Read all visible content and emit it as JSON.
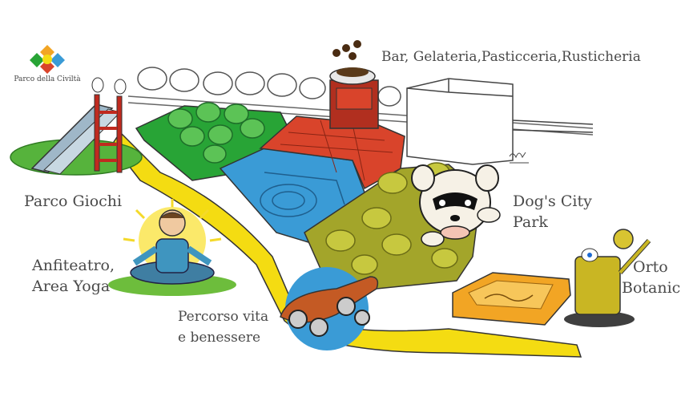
{
  "logo": {
    "text": "Parco della Civiltà",
    "icon": "park-logo-icon"
  },
  "labels": {
    "bar": "Bar, Gelateria,Pasticceria,Rusticheria",
    "playground": "Parco Giochi",
    "amphitheatre_line1": "Anfiteatro,",
    "amphitheatre_line2": "Area Yoga",
    "dogs_line1": "Dog's City",
    "dogs_line2": "Park",
    "garden_line1": "Orto",
    "garden_line2": "Botanico",
    "fitness_line1": "Percorso vita",
    "fitness_line2": "e benessere"
  },
  "colors": {
    "path_yellow": "#f4dc12",
    "lawn_green": "#28a436",
    "pool_blue": "#3a9bd6",
    "bar_red": "#d9442b",
    "olive": "#a3a52a",
    "sand_orange": "#f2a524",
    "yoga_green": "#6dbd3c"
  }
}
